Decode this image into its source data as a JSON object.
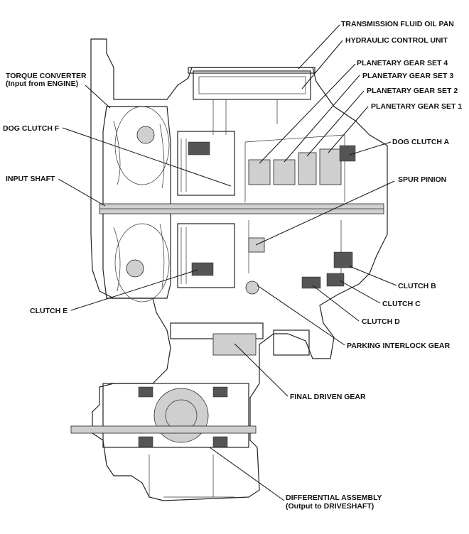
{
  "labels": {
    "torque_converter": "TORQUE CONVERTER",
    "torque_converter_sub": "(Input from ENGINE)",
    "dog_clutch_f": "DOG CLUTCH F",
    "input_shaft": "INPUT SHAFT",
    "clutch_e": "CLUTCH E",
    "transmission_fluid_oil_pan": "TRANSMISSION FLUID OIL PAN",
    "hydraulic_control_unit": "HYDRAULIC CONTROL UNIT",
    "planetary_gear_set_4": "PLANETARY GEAR SET 4",
    "planetary_gear_set_3": "PLANETARY GEAR SET 3",
    "planetary_gear_set_2": "PLANETARY GEAR SET 2",
    "planetary_gear_set_1": "PLANETARY GEAR SET 1",
    "dog_clutch_a": "DOG CLUTCH A",
    "spur_pinion": "SPUR PINION",
    "clutch_b": "CLUTCH B",
    "clutch_c": "CLUTCH C",
    "clutch_d": "CLUTCH D",
    "parking_interlock_gear": "PARKING INTERLOCK GEAR",
    "final_driven_gear": "FINAL DRIVEN GEAR",
    "differential_assembly": "DIFFERENTIAL ASSEMBLY",
    "differential_assembly_sub": "(Output to DRIVESHAFT)"
  }
}
